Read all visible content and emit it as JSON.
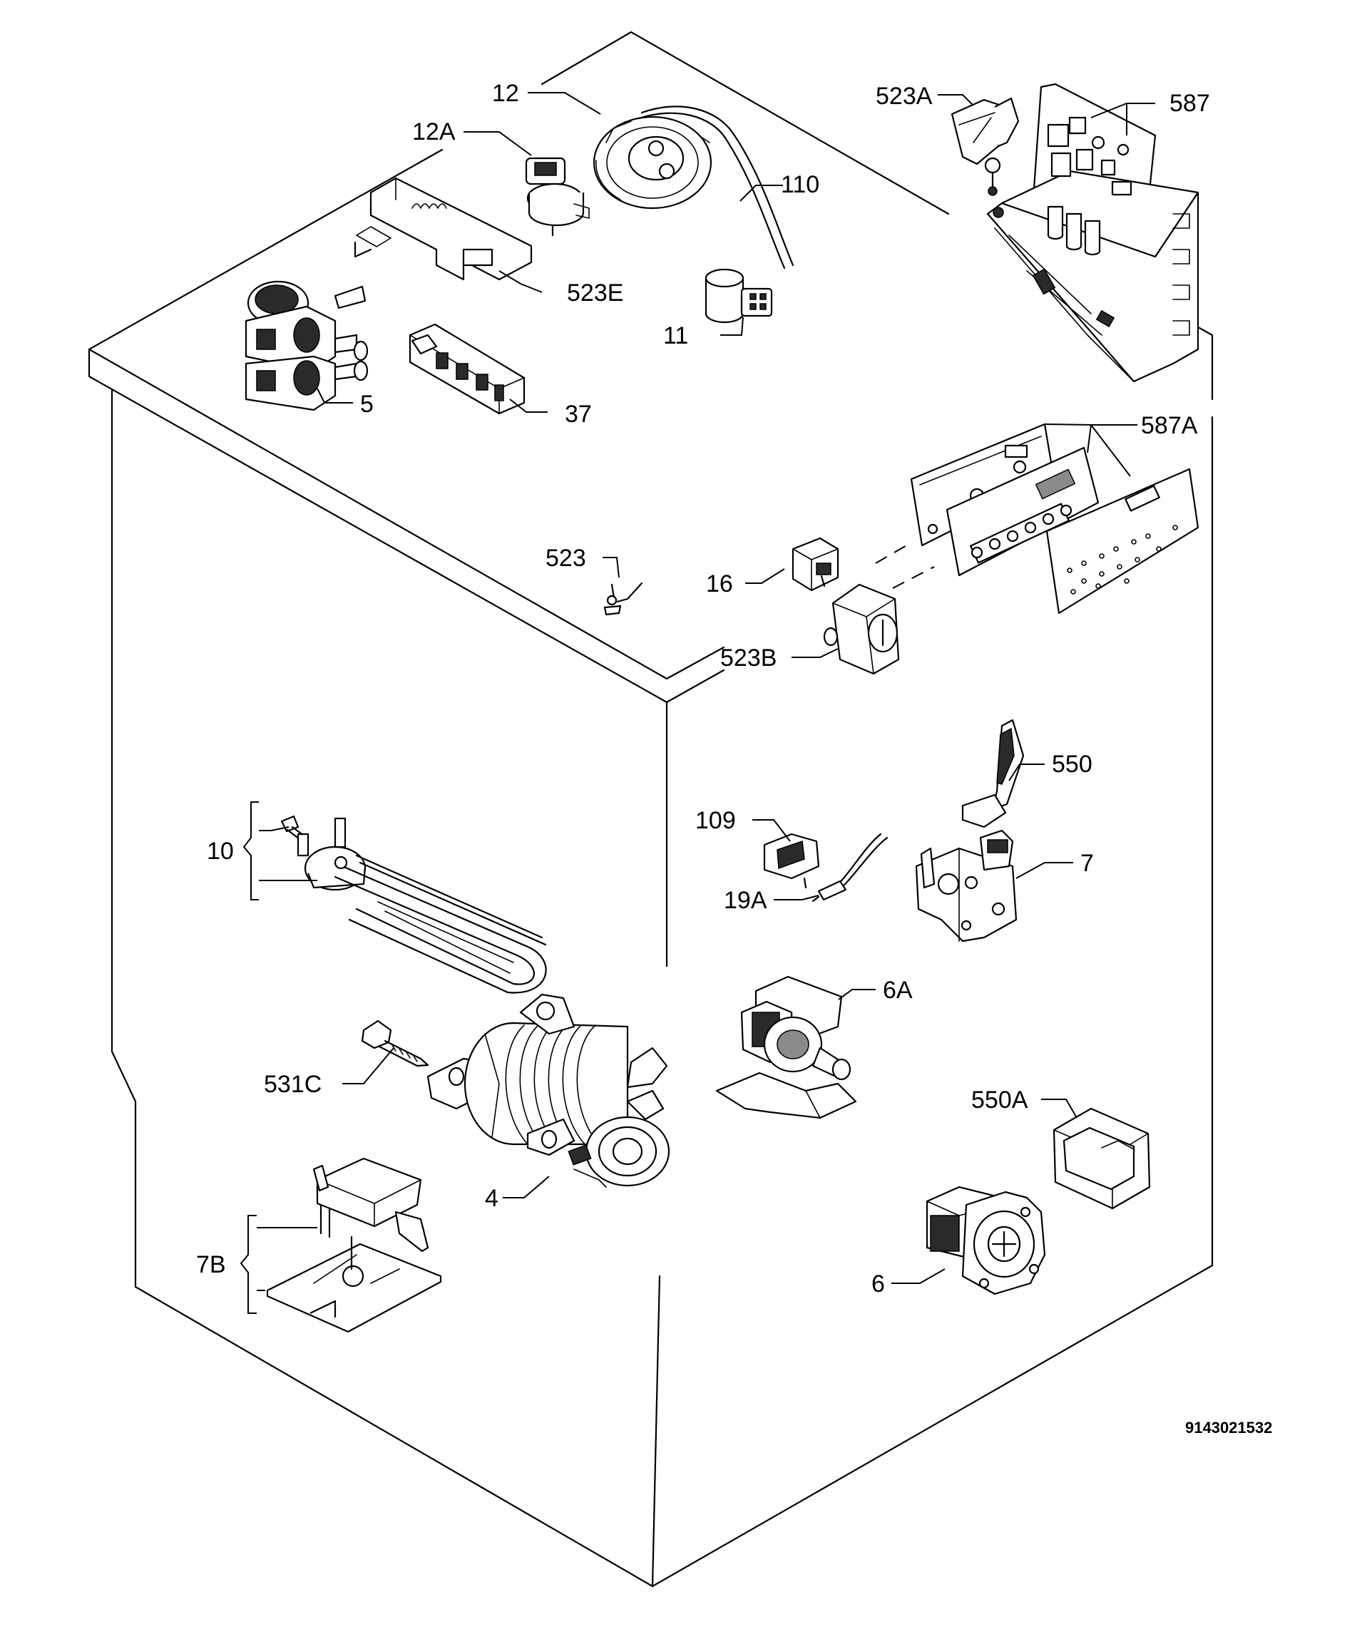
{
  "labels": {
    "p12": "12",
    "p12A": "12A",
    "p110": "110",
    "p523E": "523E",
    "p11": "11",
    "p5": "5",
    "p37": "37",
    "p523A": "523A",
    "p587": "587",
    "p587A": "587A",
    "p523": "523",
    "p16": "16",
    "p523B": "523B",
    "p550": "550",
    "p109": "109",
    "p19A": "19A",
    "p7": "7",
    "p10": "10",
    "p6A": "6A",
    "p531C": "531C",
    "p550A": "550A",
    "p4": "4",
    "p7B": "7B",
    "p6": "6"
  },
  "drawing_number": "9143021532"
}
